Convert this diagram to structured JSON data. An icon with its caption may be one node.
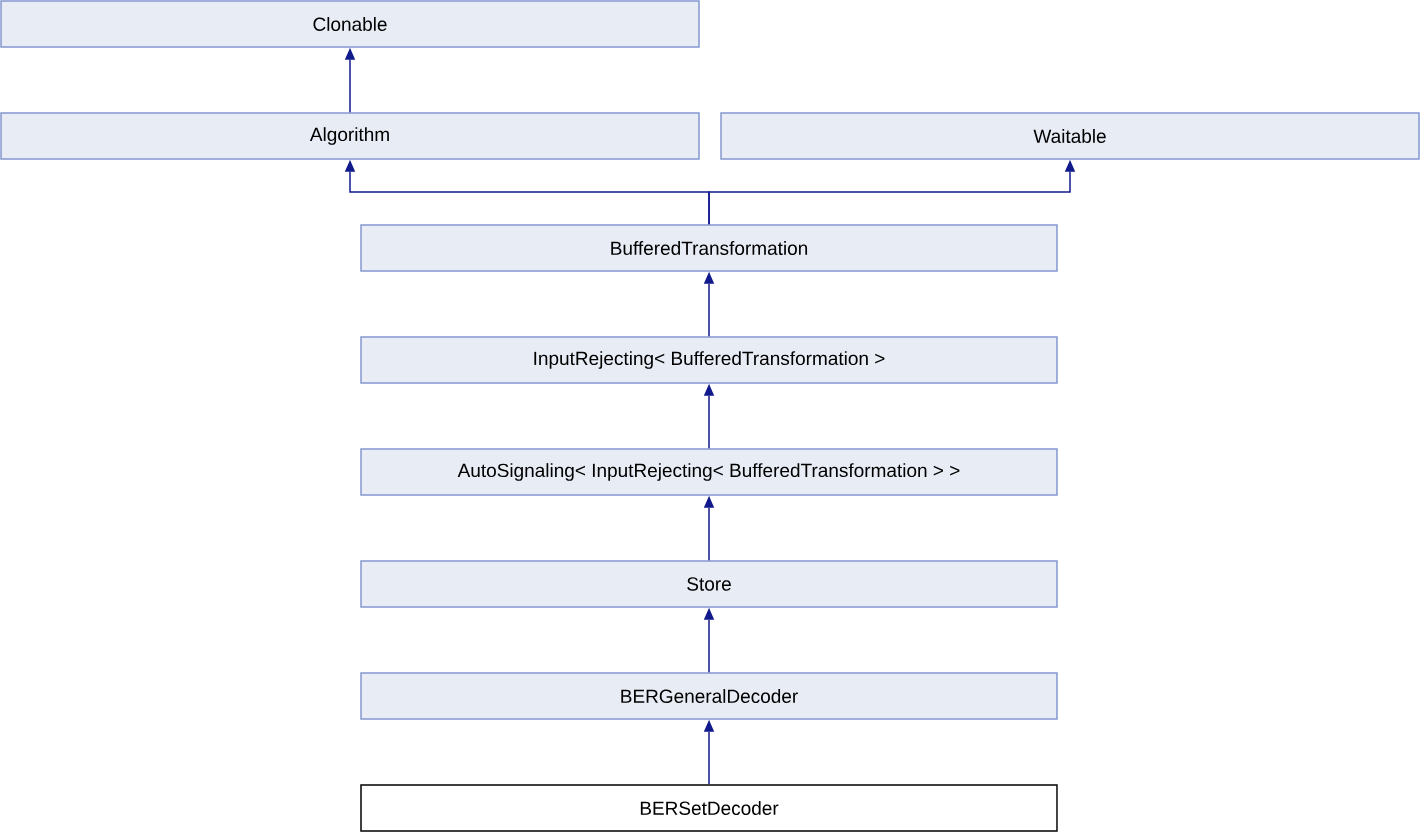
{
  "diagram": {
    "nodes": [
      {
        "text": [
          "Clonable"
        ]
      },
      {
        "text": [
          "Algorithm"
        ]
      },
      {
        "text": [
          "Waitable"
        ]
      },
      {
        "text": [
          "BufferedTransformation"
        ]
      },
      {
        "text": [
          "InputRejecting< BufferedTransformation >"
        ]
      },
      {
        "text": [
          "AutoSignaling< InputRejecting< BufferedTransformation > >"
        ]
      },
      {
        "text": [
          "Store"
        ]
      },
      {
        "text": [
          "BERGeneralDecoder"
        ]
      },
      {
        "text": [
          "BERSetDecoder"
        ]
      }
    ],
    "edges": [
      {
        "from": 1,
        "to": 0,
        "arrow": "to"
      },
      {
        "from": 3,
        "to": 1,
        "arrow": "to"
      },
      {
        "from": 3,
        "to": 2,
        "arrow": "to"
      },
      {
        "from": 4,
        "to": 3,
        "arrow": "to"
      },
      {
        "from": 5,
        "to": 4,
        "arrow": "to"
      },
      {
        "from": 6,
        "to": 5,
        "arrow": "to"
      },
      {
        "from": 7,
        "to": 6,
        "arrow": "to"
      },
      {
        "from": 8,
        "to": 7,
        "arrow": "to"
      }
    ]
  }
}
